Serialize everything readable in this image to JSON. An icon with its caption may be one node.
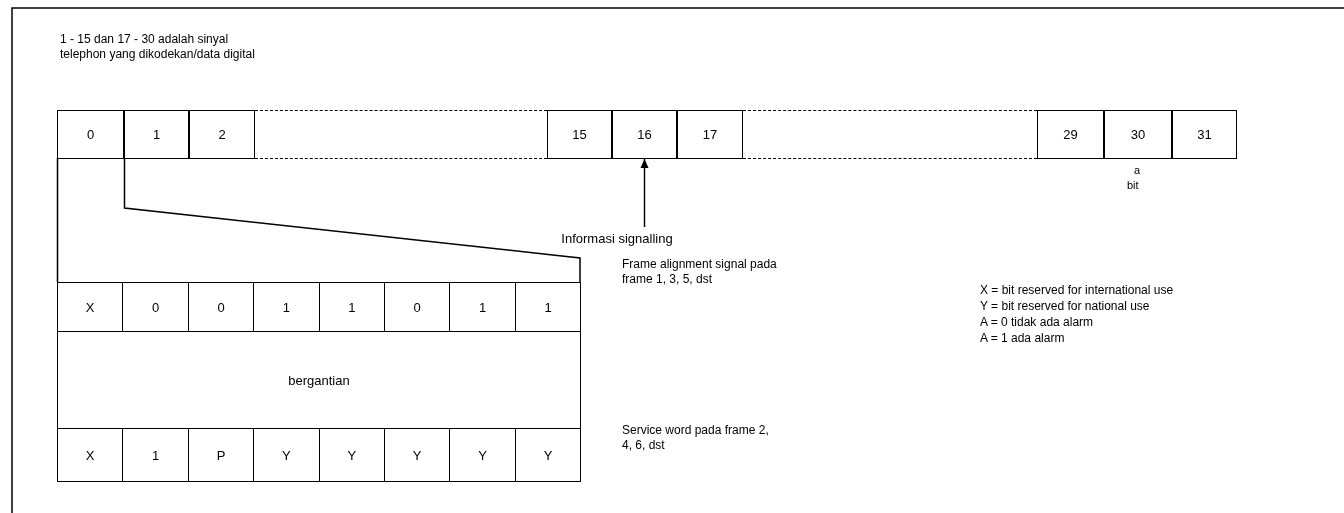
{
  "diagram": {
    "nodes": [
      {
        "text": [
          "0"
        ]
      },
      {
        "text": [
          "1"
        ]
      },
      {
        "text": [
          "2"
        ]
      },
      {
        "text": [],
        "shape": "box"
      },
      {
        "text": [
          "15"
        ]
      },
      {
        "text": [
          "16"
        ]
      },
      {
        "text": [
          "17"
        ]
      },
      {
        "text": [],
        "shape": "box"
      },
      {
        "text": [
          "29"
        ]
      },
      {
        "text": [
          "30"
        ]
      },
      {
        "text": [
          "31"
        ]
      },
      {
        "text": [
          "Informasi signalling"
        ]
      },
      {
        "text": [
          "X"
        ]
      },
      {
        "text": [
          "0"
        ]
      },
      {
        "text": [
          "0"
        ]
      },
      {
        "text": [
          "1"
        ]
      },
      {
        "text": [
          "1"
        ]
      },
      {
        "text": [
          "0"
        ]
      },
      {
        "text": [
          "1"
        ]
      },
      {
        "text": [
          "1"
        ]
      },
      {
        "text": [
          "bergantian"
        ]
      },
      {
        "text": [
          "X"
        ]
      },
      {
        "text": [
          "1"
        ]
      },
      {
        "text": [
          "P"
        ]
      },
      {
        "text": [
          "Y"
        ]
      },
      {
        "text": [
          "Y"
        ]
      },
      {
        "text": [
          "Y"
        ]
      },
      {
        "text": [
          "Y"
        ]
      },
      {
        "text": [
          "Y"
        ]
      }
    ],
    "edges": [
      {
        "from": 11,
        "to": 5,
        "arrow": "to"
      }
    ],
    "labels": [
      "1 - 15 dan 17 - 30 adalah sinyal telephon yang dikodekan/data digital",
      "a",
      "bit",
      "Frame alignment signal pada frame 1, 3, 5, dst",
      "X = bit reserved for international use",
      "Y = bit reserved for national use",
      "A = 0  tidak ada alarm",
      "A = 1  ada alarm",
      "Service word pada frame 2, 4, 6, dst"
    ]
  }
}
